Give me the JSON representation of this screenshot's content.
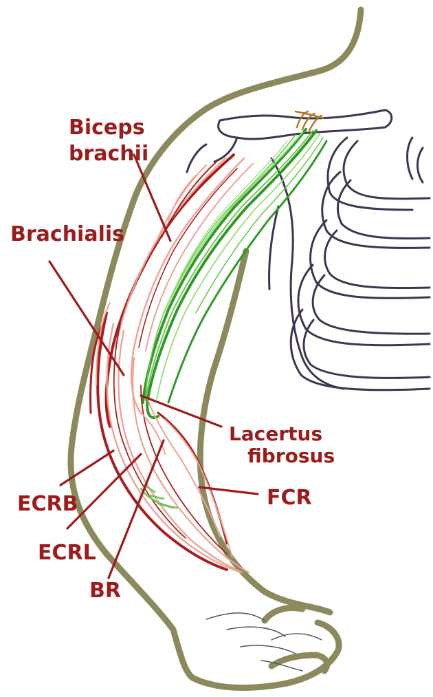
{
  "colors": {
    "label": "#9c1b1b",
    "skin_outline": "#8c8a5c",
    "bone": "#3f3550",
    "muscle_dark": "#a81e1e",
    "muscle_light": "#f1a193",
    "biceps": "#3aa82e",
    "biceps_light": "#9be27e",
    "tendon": "#b07a22"
  },
  "labels": {
    "biceps_line1": "Biceps",
    "biceps_line2": "brachii",
    "brachialis": "Brachialis",
    "lacertus_line1": "Lacertus",
    "lacertus_line2": "fibrosus",
    "fcr": "FCR",
    "ecrb": "ECRB",
    "ecrl": "ECRL",
    "br": "BR"
  }
}
